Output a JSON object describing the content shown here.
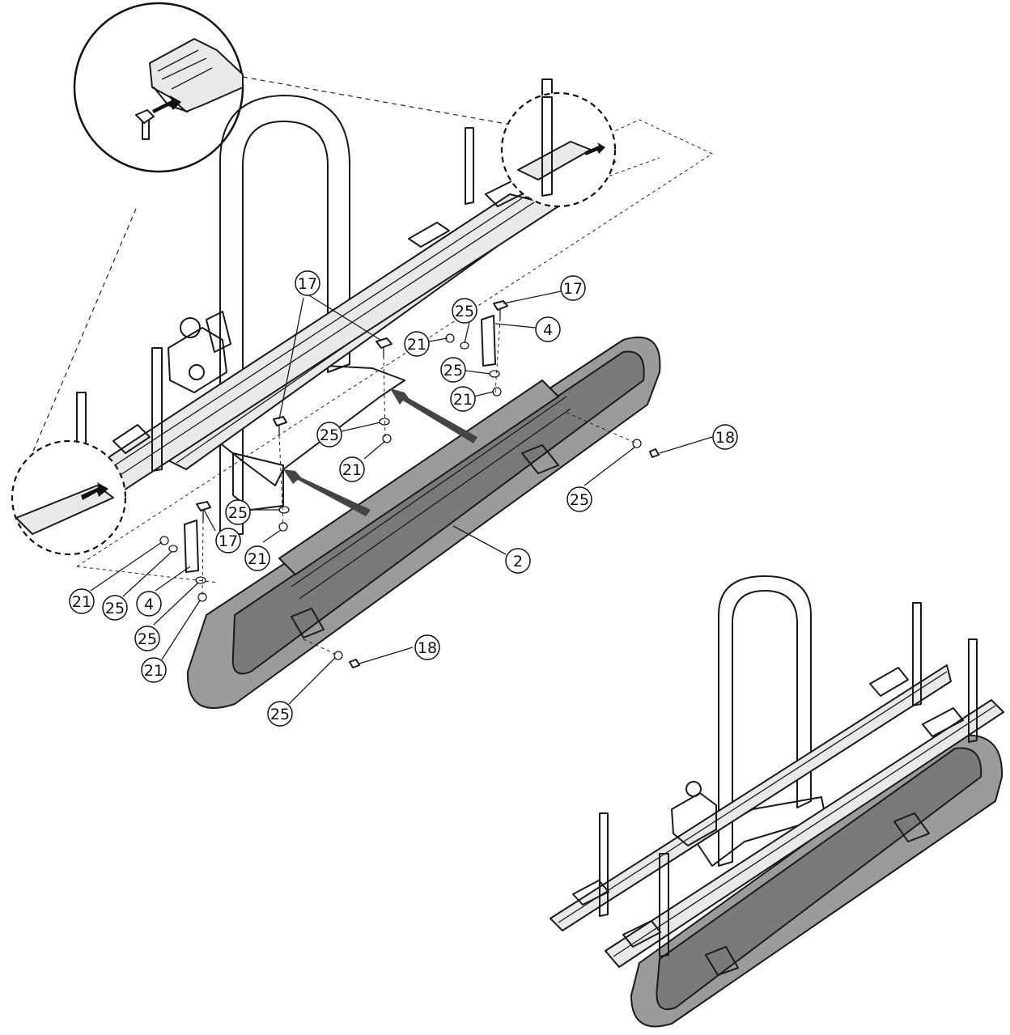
{
  "colors": {
    "line": "#1a1a1a",
    "box": "#9b9b9b",
    "rail": "#e9e9e9",
    "arrow": "#222222"
  },
  "callouts": [
    {
      "id": "c17a",
      "label": "17"
    },
    {
      "id": "c17b",
      "label": "17"
    },
    {
      "id": "c17c",
      "label": "17"
    },
    {
      "id": "c25a",
      "label": "25"
    },
    {
      "id": "c25b",
      "label": "25"
    },
    {
      "id": "c25c",
      "label": "25"
    },
    {
      "id": "c25d",
      "label": "25"
    },
    {
      "id": "c25e",
      "label": "25"
    },
    {
      "id": "c25f",
      "label": "25"
    },
    {
      "id": "c25g",
      "label": "25"
    },
    {
      "id": "c25h",
      "label": "25"
    },
    {
      "id": "c21a",
      "label": "21"
    },
    {
      "id": "c21b",
      "label": "21"
    },
    {
      "id": "c21c",
      "label": "21"
    },
    {
      "id": "c21d",
      "label": "21"
    },
    {
      "id": "c21e",
      "label": "21"
    },
    {
      "id": "c21f",
      "label": "21"
    },
    {
      "id": "c4a",
      "label": "4"
    },
    {
      "id": "c4b",
      "label": "4"
    },
    {
      "id": "c18a",
      "label": "18"
    },
    {
      "id": "c18b",
      "label": "18"
    },
    {
      "id": "c2",
      "label": "2"
    }
  ]
}
